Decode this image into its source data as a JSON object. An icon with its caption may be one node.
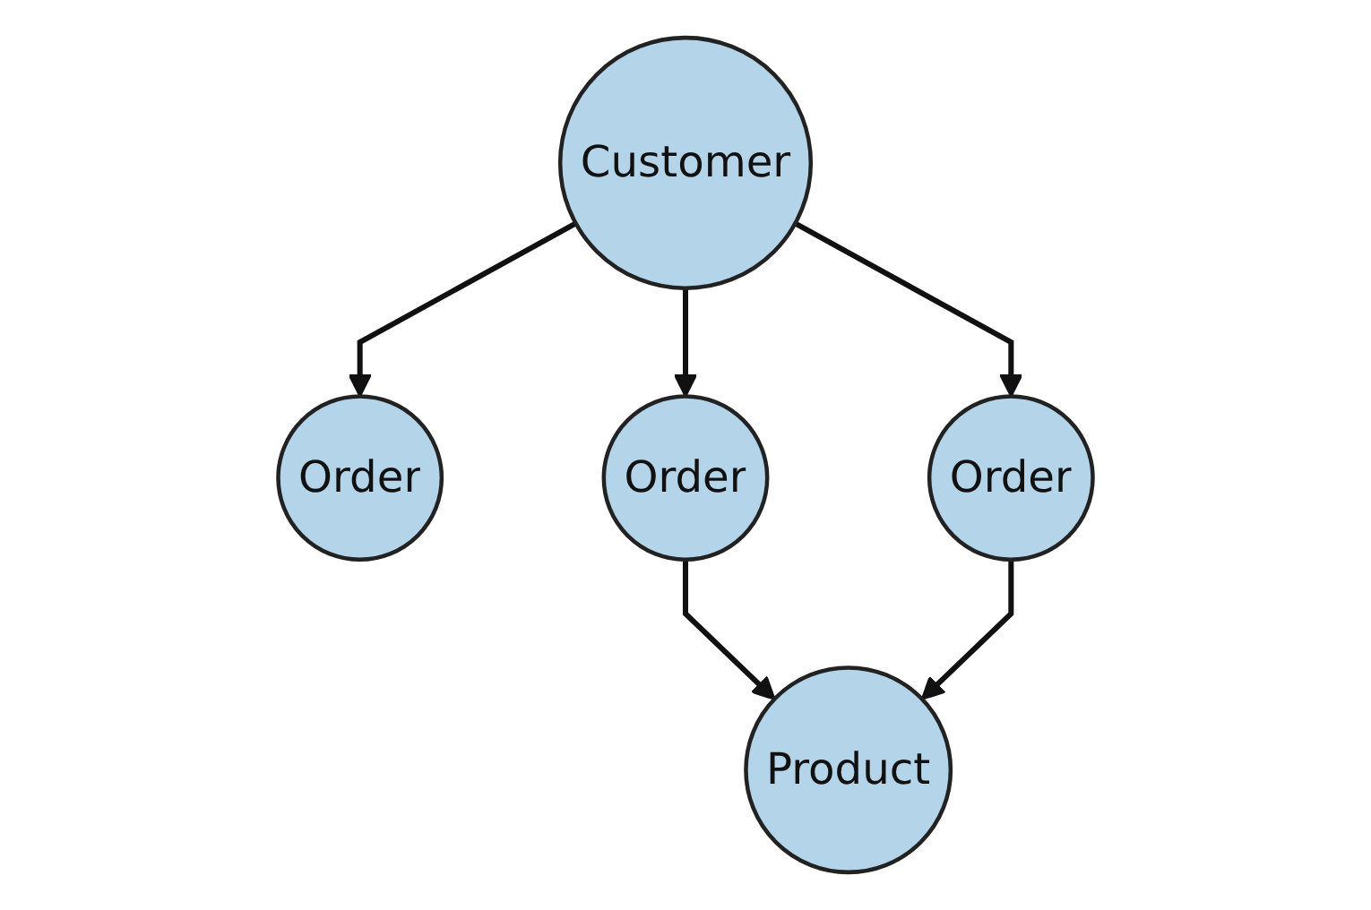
{
  "diagram": {
    "nodes": [
      {
        "text": [
          "Customer"
        ]
      },
      {
        "text": [
          "Order"
        ]
      },
      {
        "text": [
          "Order"
        ]
      },
      {
        "text": [
          "Order"
        ]
      },
      {
        "text": [
          "Product"
        ]
      }
    ],
    "edges": [
      {
        "from": 0,
        "to": 1,
        "arrow": "to"
      },
      {
        "from": 0,
        "to": 2,
        "arrow": "to"
      },
      {
        "from": 0,
        "to": 3,
        "arrow": "to"
      },
      {
        "from": 2,
        "to": 4,
        "arrow": "to"
      },
      {
        "from": 3,
        "to": 4,
        "arrow": "to"
      }
    ]
  }
}
